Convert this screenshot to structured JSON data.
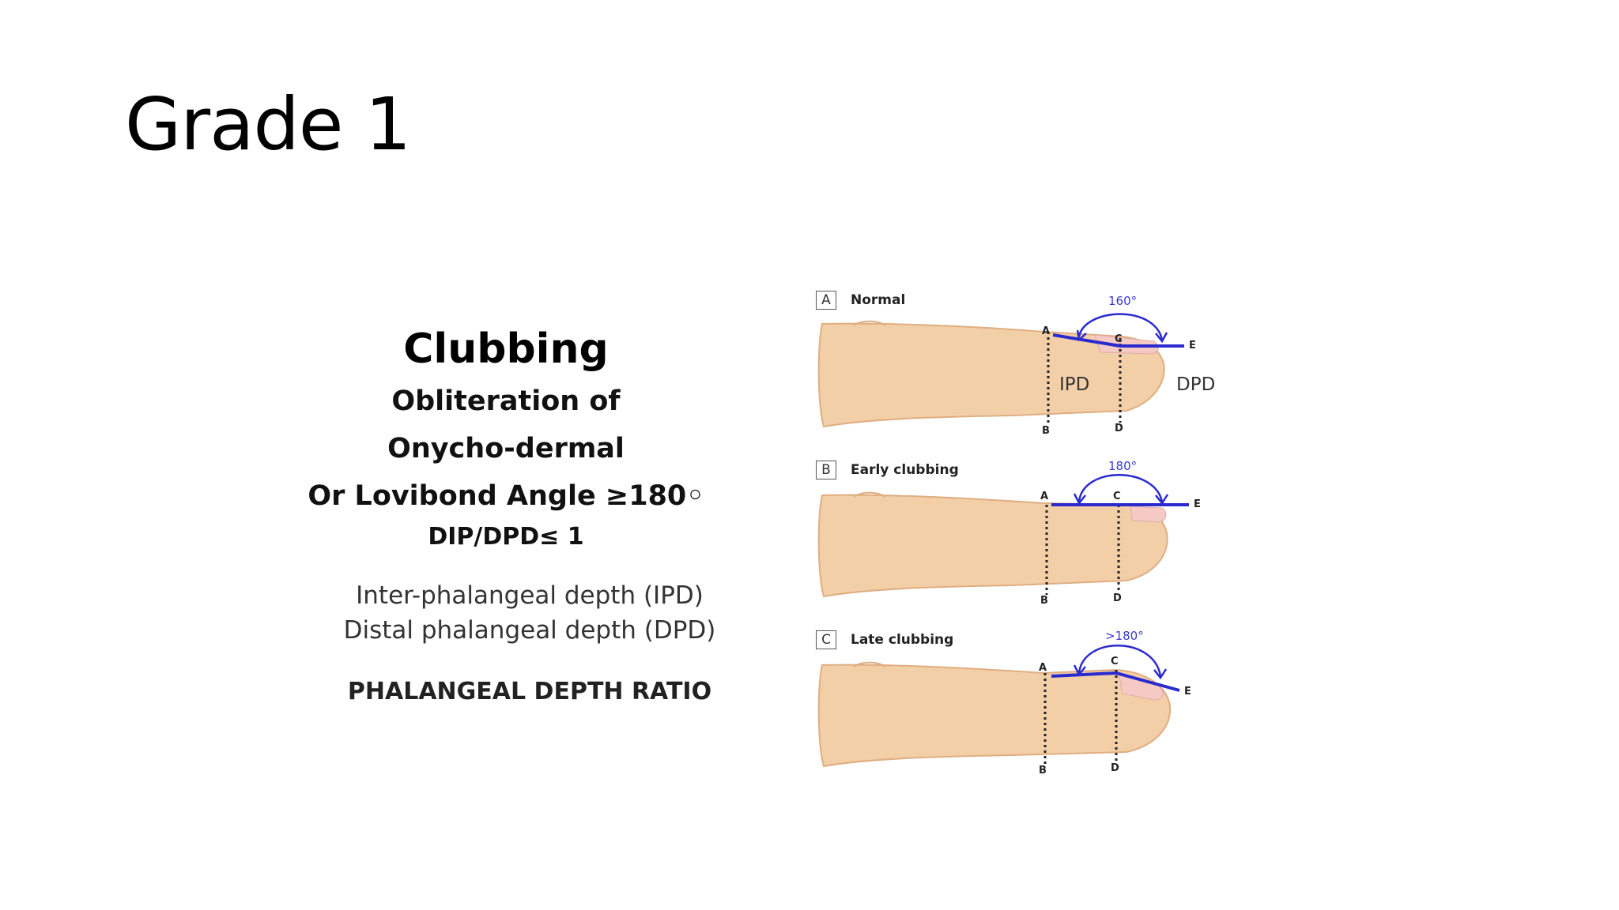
{
  "slide": {
    "title": "Grade 1"
  },
  "definition": {
    "heading": "Clubbing",
    "line1": "Obliteration of",
    "line2": "Onycho-dermal",
    "line3": "Or Lovibond Angle ≥180◦",
    "line4": "DIP/DPD≤ 1",
    "ipd": "Inter-phalangeal depth (IPD)",
    "dpd": "Distal phalangeal depth (DPD)",
    "ratio": "PHALANGEAL DEPTH RATIO"
  },
  "figure": {
    "panels": [
      {
        "letter": "A",
        "label": "Normal",
        "angle": "160°"
      },
      {
        "letter": "B",
        "label": "Early clubbing",
        "angle": "180°"
      },
      {
        "letter": "C",
        "label": "Late clubbing",
        "angle": ">180°"
      }
    ],
    "points": {
      "a": "A",
      "b": "B",
      "c": "C",
      "d": "D",
      "e": "E"
    },
    "measures": {
      "ipd": "IPD",
      "dpd": "DPD"
    }
  },
  "colors": {
    "skin": "#f3cfa8",
    "skin_shadow": "#dfae82",
    "nail": "#f5c9c4",
    "angle_line": "#2a2acf"
  }
}
